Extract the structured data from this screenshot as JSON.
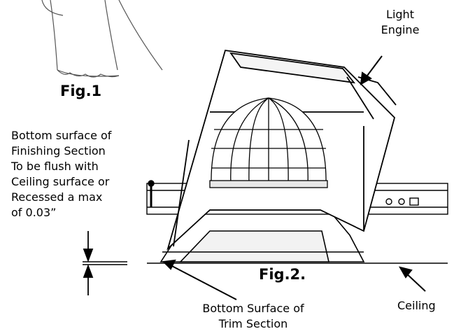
{
  "labels": {
    "light_engine": [
      "Light",
      "Engine"
    ],
    "bottom_finishing": [
      "Bottom surface of",
      "Finishing Section",
      "To be flush with",
      "Ceiling surface or",
      "Recessed a max",
      "of 0.03”"
    ],
    "bottom_trim": [
      "Bottom Surface of",
      "Trim Section"
    ],
    "ceiling": "Ceiling"
  },
  "figures": {
    "fig1": "Fig.1",
    "fig2": "Fig.2."
  }
}
